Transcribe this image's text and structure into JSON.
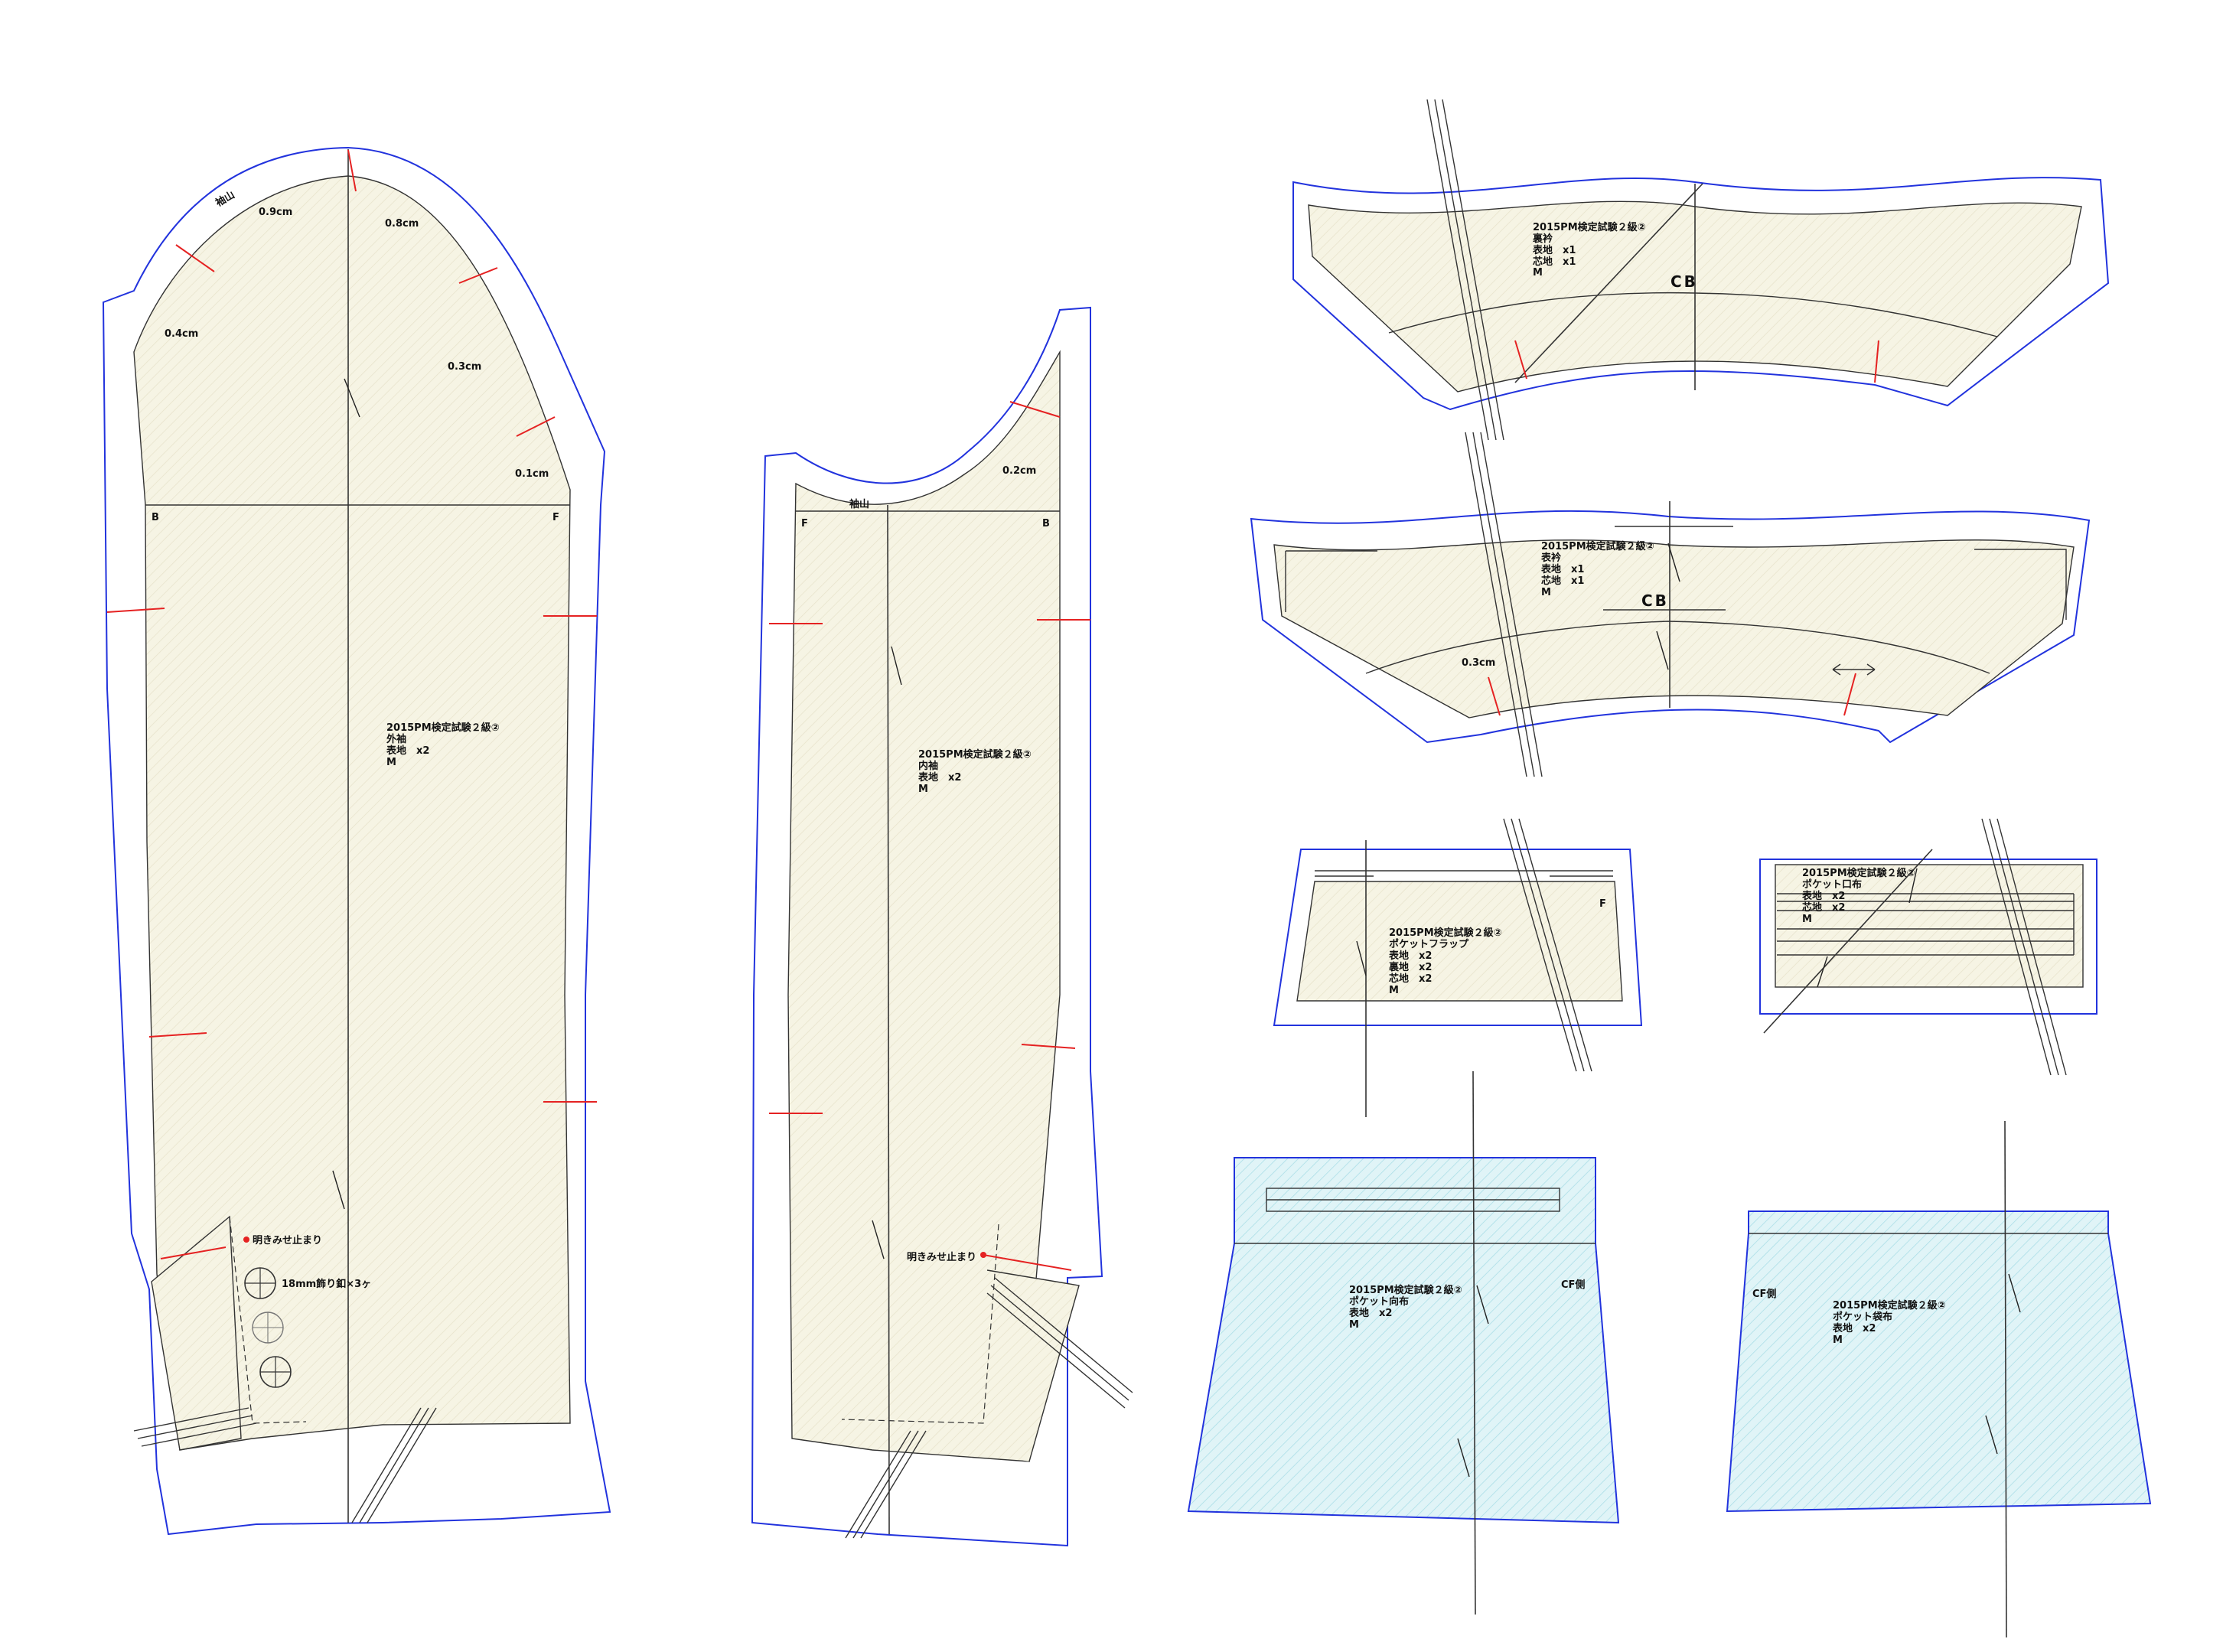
{
  "colors": {
    "seam_allowance": "#2233dd",
    "notch": "#e52222",
    "fabric_cream": "#f6f4e4",
    "lining_blue": "#ddf3f6",
    "outline": "#333333"
  },
  "pieces": {
    "outer_sleeve": {
      "title": "2015PM検定試験２級②",
      "name": "外袖",
      "cut": "表地　x2",
      "size": "M",
      "mark_b": "B",
      "mark_f": "F",
      "ease_label": "袖山",
      "ease_values": [
        "0.9cm",
        "0.8cm",
        "0.4cm",
        "0.3cm",
        "0.1cm"
      ],
      "vent_note": "明きみせ止まり",
      "button_note": "18mm飾り釦×3ヶ"
    },
    "inner_sleeve": {
      "title": "2015PM検定試験２級②",
      "name": "内袖",
      "cut": "表地　x2",
      "size": "M",
      "mark_f": "F",
      "mark_b": "B",
      "ease_label": "袖山",
      "ease_value": "0.2cm",
      "vent_note": "明きみせ止まり"
    },
    "under_collar": {
      "title": "2015PM検定試験２級②",
      "name": "裏衿",
      "cut1": "表地　x1",
      "cut2": "芯地　x1",
      "size": "M",
      "center": "CB"
    },
    "top_collar": {
      "title": "2015PM検定試験２級②",
      "name": "表衿",
      "cut1": "表地　x1",
      "cut2": "芯地　x1",
      "size": "M",
      "center": "CB",
      "ease_value": "0.3cm"
    },
    "pocket_flap": {
      "title": "2015PM検定試験２級②",
      "name": "ポケットフラップ",
      "cut1": "表地　x2",
      "cut2": "裏地　x2",
      "cut3": "芯地　x2",
      "size": "M",
      "mark_f": "F"
    },
    "pocket_welt": {
      "title": "2015PM検定試験２級②",
      "name": "ポケット口布",
      "cut1": "表地　x2",
      "cut2": "芯地　x2",
      "size": "M"
    },
    "pocket_facing": {
      "title": "2015PM検定試験２級②",
      "name": "ポケット向布",
      "cut": "表地　x2",
      "size": "M",
      "side": "CF側"
    },
    "pocket_bag": {
      "title": "2015PM検定試験２級②",
      "name": "ポケット袋布",
      "cut": "表地　x2",
      "size": "M",
      "side": "CF側"
    }
  }
}
